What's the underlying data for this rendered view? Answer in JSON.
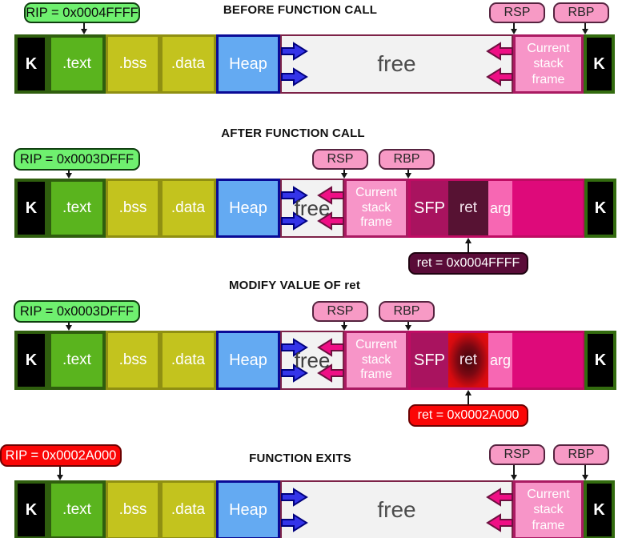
{
  "colors": {
    "text_green": "#5ab41e",
    "green_border": "#2f5e0e",
    "bss_olive": "#c3c31e",
    "olive_border": "#8f8f12",
    "heap_blue": "#64aaf2",
    "heap_border": "#0a0a96",
    "free_gray": "#f2f2f2",
    "free_border": "#7d2248",
    "stack_pink": "#f795c8",
    "stack_border": "#aa1a62",
    "sfp_magenta": "#a9135f",
    "ret_maroon": "#571233",
    "arg_pink": "#f767b3",
    "args_region": "#de0a7a",
    "blue_arrow": "#3434e8",
    "pink_arrow": "#ef0f85",
    "rip_green": "#6ff06f",
    "alert_red": "#fb0606",
    "ret_label_dark": "#5a0c38",
    "pointer_pill": "#f79ac5"
  },
  "shared": {
    "k": "K",
    "text": ".text",
    "bss": ".bss",
    "data": ".data",
    "heap": "Heap",
    "free": "free",
    "stack": "Current stack frame",
    "sfp": "SFP",
    "ret": "ret",
    "arg": "arg",
    "rsp": "RSP",
    "rbp": "RBP"
  },
  "rows": [
    {
      "title": "BEFORE FUNCTION CALL",
      "rip": "RIP = 0x0004FFFF"
    },
    {
      "title": "AFTER FUNCTION CALL",
      "rip": "RIP = 0x0003DFFF",
      "ret_value": "ret = 0x0004FFFF"
    },
    {
      "title": "MODIFY VALUE OF ret",
      "rip": "RIP = 0x0003DFFF",
      "ret_value": "ret = 0x0002A000"
    },
    {
      "title": "FUNCTION EXITS",
      "rip": "RIP = 0x0002A000"
    }
  ]
}
